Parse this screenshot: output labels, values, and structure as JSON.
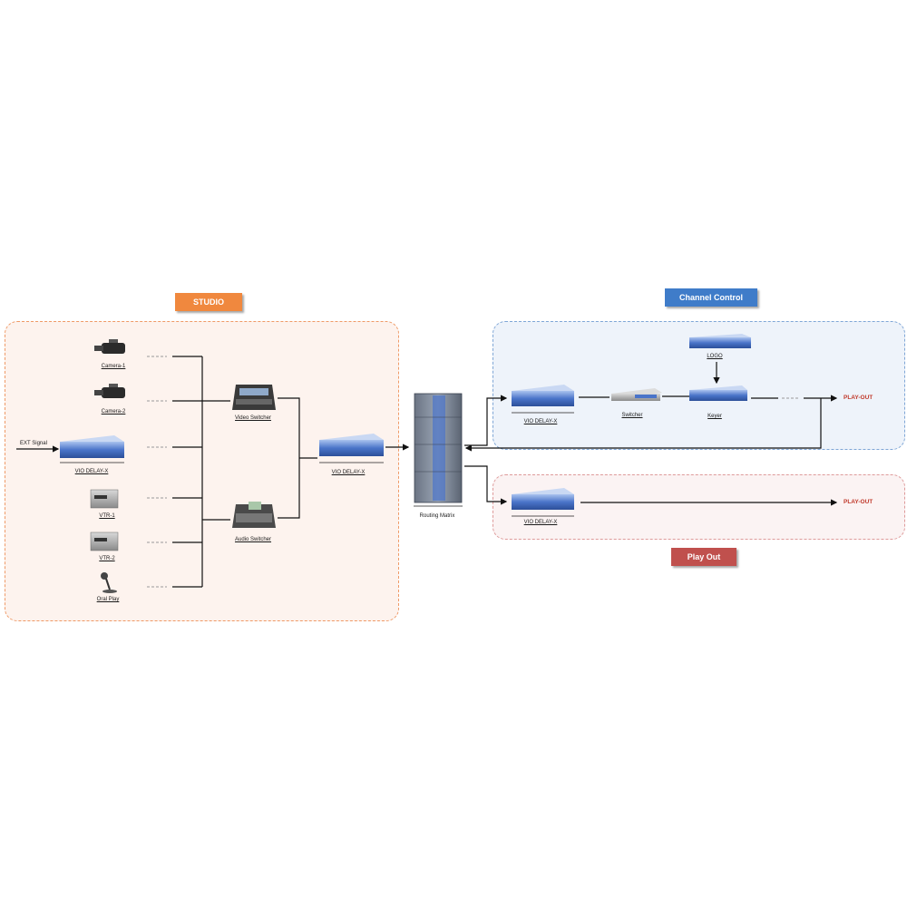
{
  "studio": {
    "badge": "STUDIO",
    "ext_signal": "EXT Signal",
    "sources": {
      "camera1": "Camera-1",
      "camera2": "Camera-2",
      "vio_delay": "VIO DELAY-X",
      "vtr1": "VTR-1",
      "vtr2": "VTR-2",
      "oral_play": "Oral Play"
    },
    "video_switcher": "Video Switcher",
    "audio_switcher": "Audio Switcher",
    "output_delay": "VIO DELAY-X"
  },
  "routing_matrix": "Routing Matrix",
  "channel_control": {
    "badge": "Channel Control",
    "vio_delay": "VIO DELAY-X",
    "switcher": "Switcher",
    "logo": "LOGO",
    "keyer": "Keyer",
    "play_out": "PLAY-OUT"
  },
  "play_out": {
    "badge": "Play Out",
    "vio_delay": "VIO DELAY-X",
    "play_out": "PLAY-OUT"
  },
  "colors": {
    "studio_badge": "#f0883e",
    "channel_control_badge": "#3f7cc9",
    "play_out_badge": "#c0504d",
    "play_out_text": "#c0392b",
    "device_blue": "#4a74c9"
  }
}
